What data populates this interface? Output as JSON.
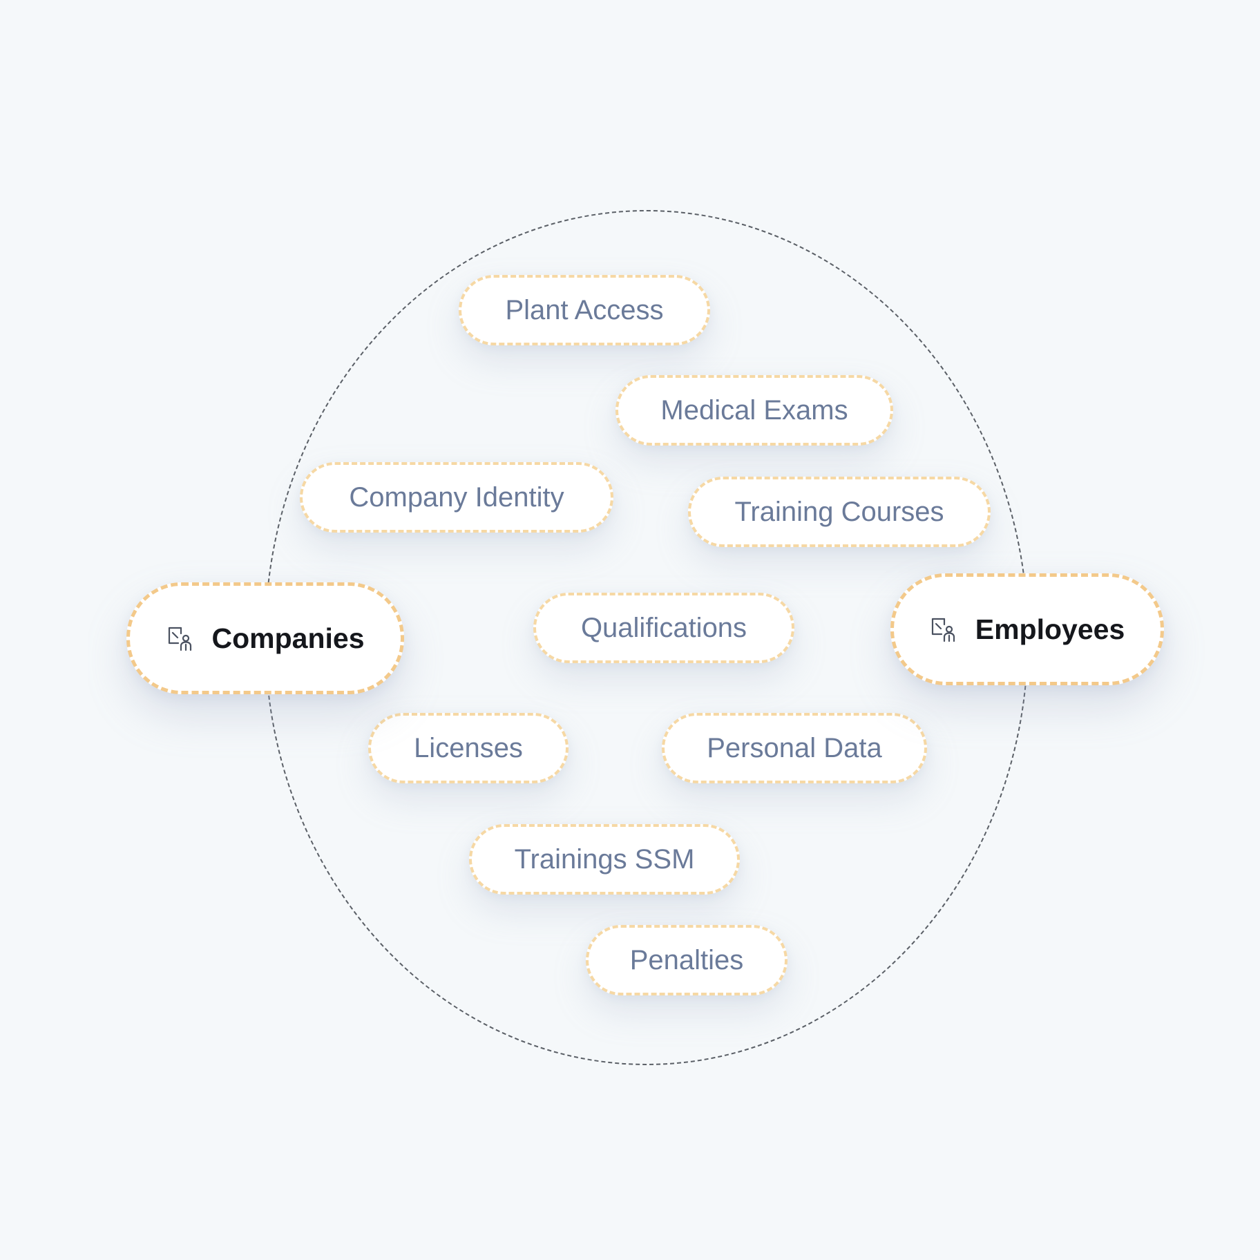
{
  "diagram": {
    "categories": [
      {
        "id": "plant",
        "label": "Plant Access"
      },
      {
        "id": "medical",
        "label": "Medical Exams"
      },
      {
        "id": "company_identity",
        "label": "Company Identity"
      },
      {
        "id": "training_courses",
        "label": "Training Courses"
      },
      {
        "id": "qualifications",
        "label": "Qualifications"
      },
      {
        "id": "licenses",
        "label": "Licenses"
      },
      {
        "id": "personal_data",
        "label": "Personal Data"
      },
      {
        "id": "trainings_ssm",
        "label": "Trainings SSM"
      },
      {
        "id": "penalties",
        "label": "Penalties"
      }
    ],
    "entities": [
      {
        "id": "companies",
        "label": "Companies",
        "icon": "presentation-user-icon"
      },
      {
        "id": "employees",
        "label": "Employees",
        "icon": "presentation-user-icon"
      }
    ]
  },
  "colors": {
    "background": "#f5f8fa",
    "pill_border": "#f6d8a4",
    "pill_text": "#6a7a99",
    "entity_text": "#15171c",
    "ring": "#5a5f66"
  }
}
